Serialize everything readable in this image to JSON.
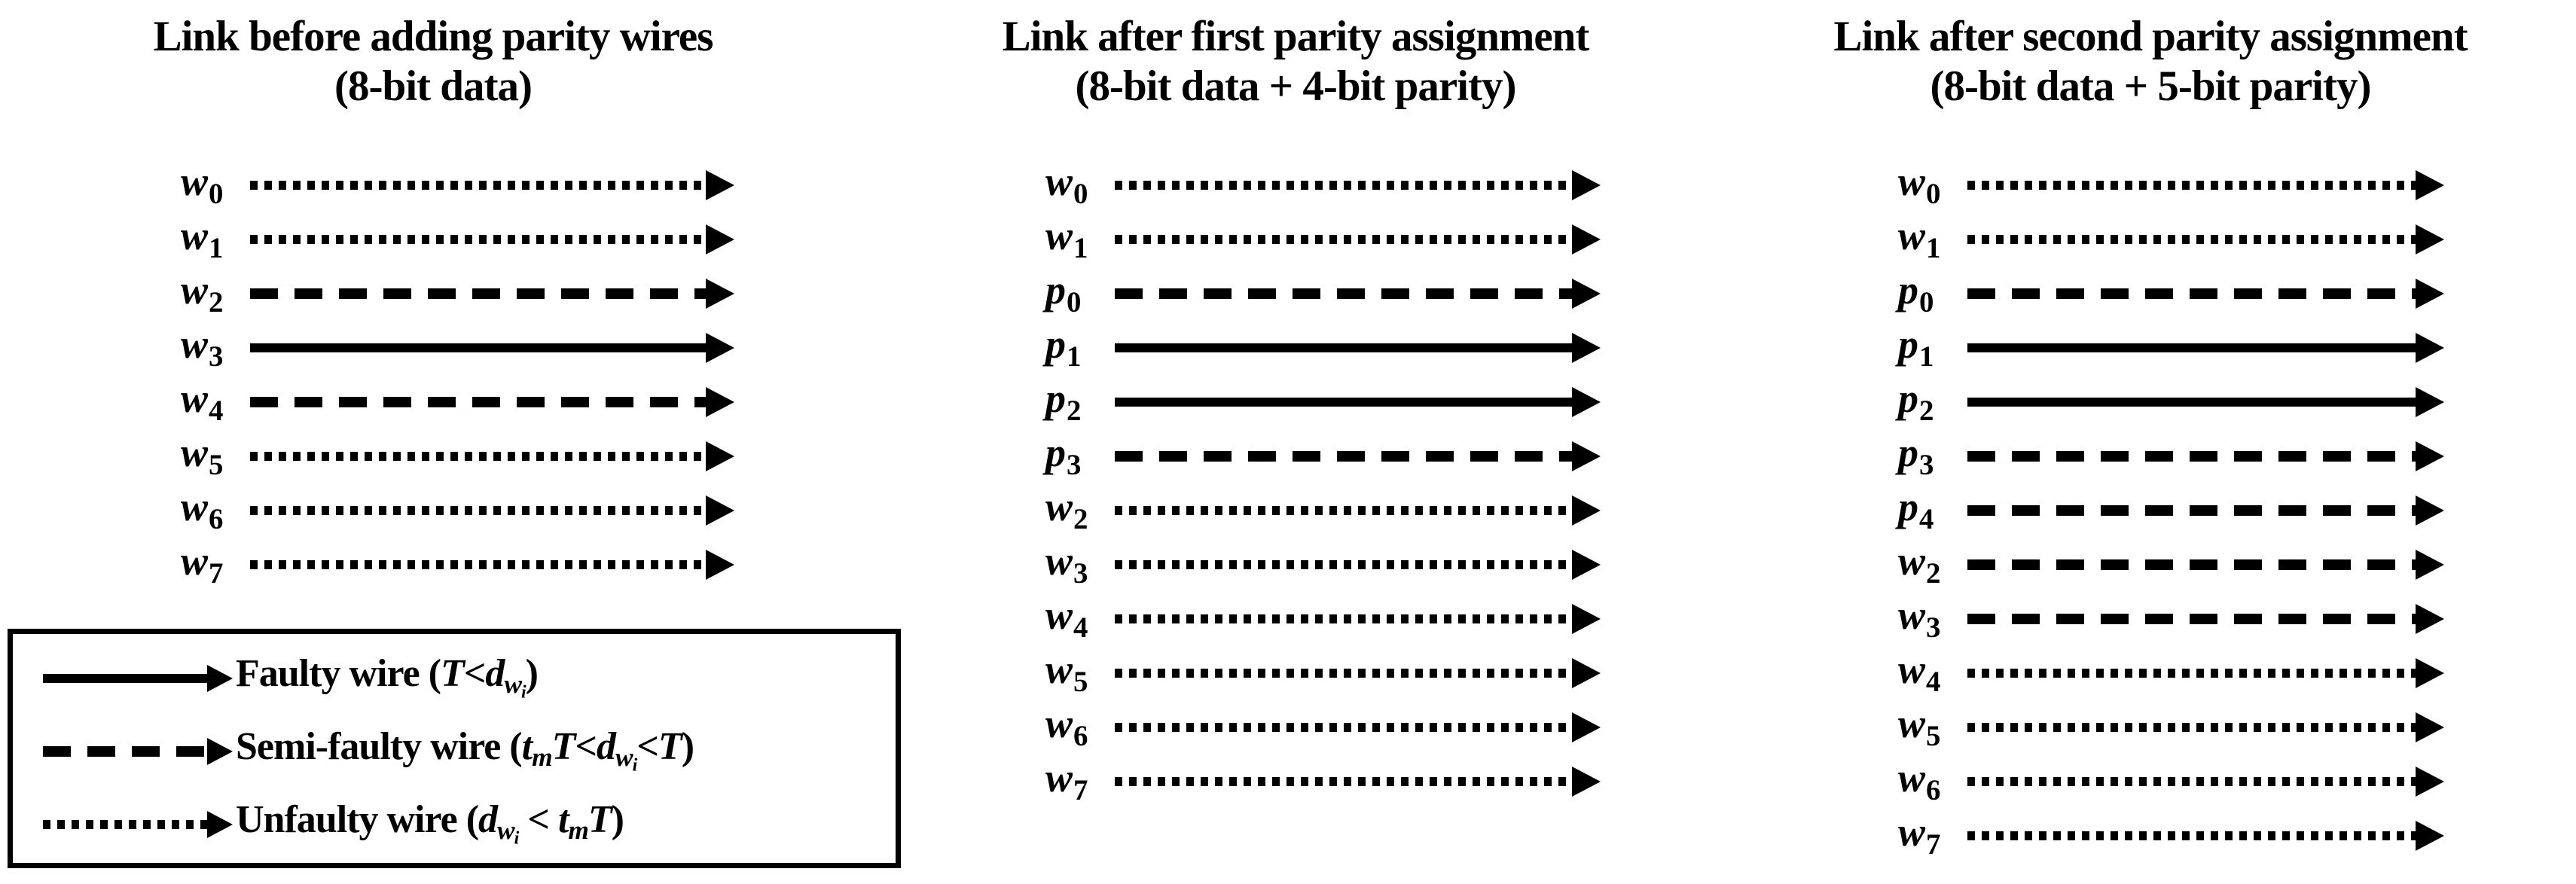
{
  "figure": {
    "colors": {
      "ink": "#000000",
      "background": "#ffffff"
    },
    "panels": [
      {
        "title_line1": "Link before adding parity wires",
        "title_line2": "(8-bit data)",
        "wires": [
          {
            "name": "w",
            "sub": "0",
            "style": "dotted"
          },
          {
            "name": "w",
            "sub": "1",
            "style": "dotted"
          },
          {
            "name": "w",
            "sub": "2",
            "style": "dashed"
          },
          {
            "name": "w",
            "sub": "3",
            "style": "solid"
          },
          {
            "name": "w",
            "sub": "4",
            "style": "dashed"
          },
          {
            "name": "w",
            "sub": "5",
            "style": "dotted"
          },
          {
            "name": "w",
            "sub": "6",
            "style": "dotted"
          },
          {
            "name": "w",
            "sub": "7",
            "style": "dotted"
          }
        ]
      },
      {
        "title_line1": "Link after first parity assignment",
        "title_line2": "(8-bit data + 4-bit parity)",
        "wires": [
          {
            "name": "w",
            "sub": "0",
            "style": "dotted"
          },
          {
            "name": "w",
            "sub": "1",
            "style": "dotted"
          },
          {
            "name": "p",
            "sub": "0",
            "style": "dashed"
          },
          {
            "name": "p",
            "sub": "1",
            "style": "solid"
          },
          {
            "name": "p",
            "sub": "2",
            "style": "solid"
          },
          {
            "name": "p",
            "sub": "3",
            "style": "dashed"
          },
          {
            "name": "w",
            "sub": "2",
            "style": "dotted"
          },
          {
            "name": "w",
            "sub": "3",
            "style": "dotted"
          },
          {
            "name": "w",
            "sub": "4",
            "style": "dotted"
          },
          {
            "name": "w",
            "sub": "5",
            "style": "dotted"
          },
          {
            "name": "w",
            "sub": "6",
            "style": "dotted"
          },
          {
            "name": "w",
            "sub": "7",
            "style": "dotted"
          }
        ]
      },
      {
        "title_line1": "Link after second parity assignment",
        "title_line2": "(8-bit data + 5-bit parity)",
        "wires": [
          {
            "name": "w",
            "sub": "0",
            "style": "dotted"
          },
          {
            "name": "w",
            "sub": "1",
            "style": "dotted"
          },
          {
            "name": "p",
            "sub": "0",
            "style": "dashed"
          },
          {
            "name": "p",
            "sub": "1",
            "style": "solid"
          },
          {
            "name": "p",
            "sub": "2",
            "style": "solid"
          },
          {
            "name": "p",
            "sub": "3",
            "style": "dashed"
          },
          {
            "name": "p",
            "sub": "4",
            "style": "dashed"
          },
          {
            "name": "w",
            "sub": "2",
            "style": "dashed"
          },
          {
            "name": "w",
            "sub": "3",
            "style": "dashed"
          },
          {
            "name": "w",
            "sub": "4",
            "style": "dotted"
          },
          {
            "name": "w",
            "sub": "5",
            "style": "dotted"
          },
          {
            "name": "w",
            "sub": "6",
            "style": "dotted"
          },
          {
            "name": "w",
            "sub": "7",
            "style": "dotted"
          }
        ]
      }
    ],
    "legend": {
      "items": [
        {
          "style": "solid",
          "parts": {
            "label": "Faulty wire (",
            "v1": "T",
            "op1": "<",
            "v2": "d",
            "v2sub": "w",
            "v2subsub": "i",
            "close": ")"
          }
        },
        {
          "style": "dashed",
          "parts": {
            "label": "Semi-faulty wire (",
            "v1": "t",
            "v1sub": "m",
            "v2": "T",
            "op1": "<",
            "v3": "d",
            "v3sub": "w",
            "v3subsub": "i",
            "op2": "<",
            "v4": "T",
            "close": ")"
          }
        },
        {
          "style": "dotted",
          "parts": {
            "label": "Unfaulty wire (",
            "v1": "d",
            "v1sub": "w",
            "v1subsub": "i",
            "op1": " < ",
            "v2": "t",
            "v2sub": "m",
            "v3": "T",
            "close": ")"
          }
        }
      ]
    }
  }
}
